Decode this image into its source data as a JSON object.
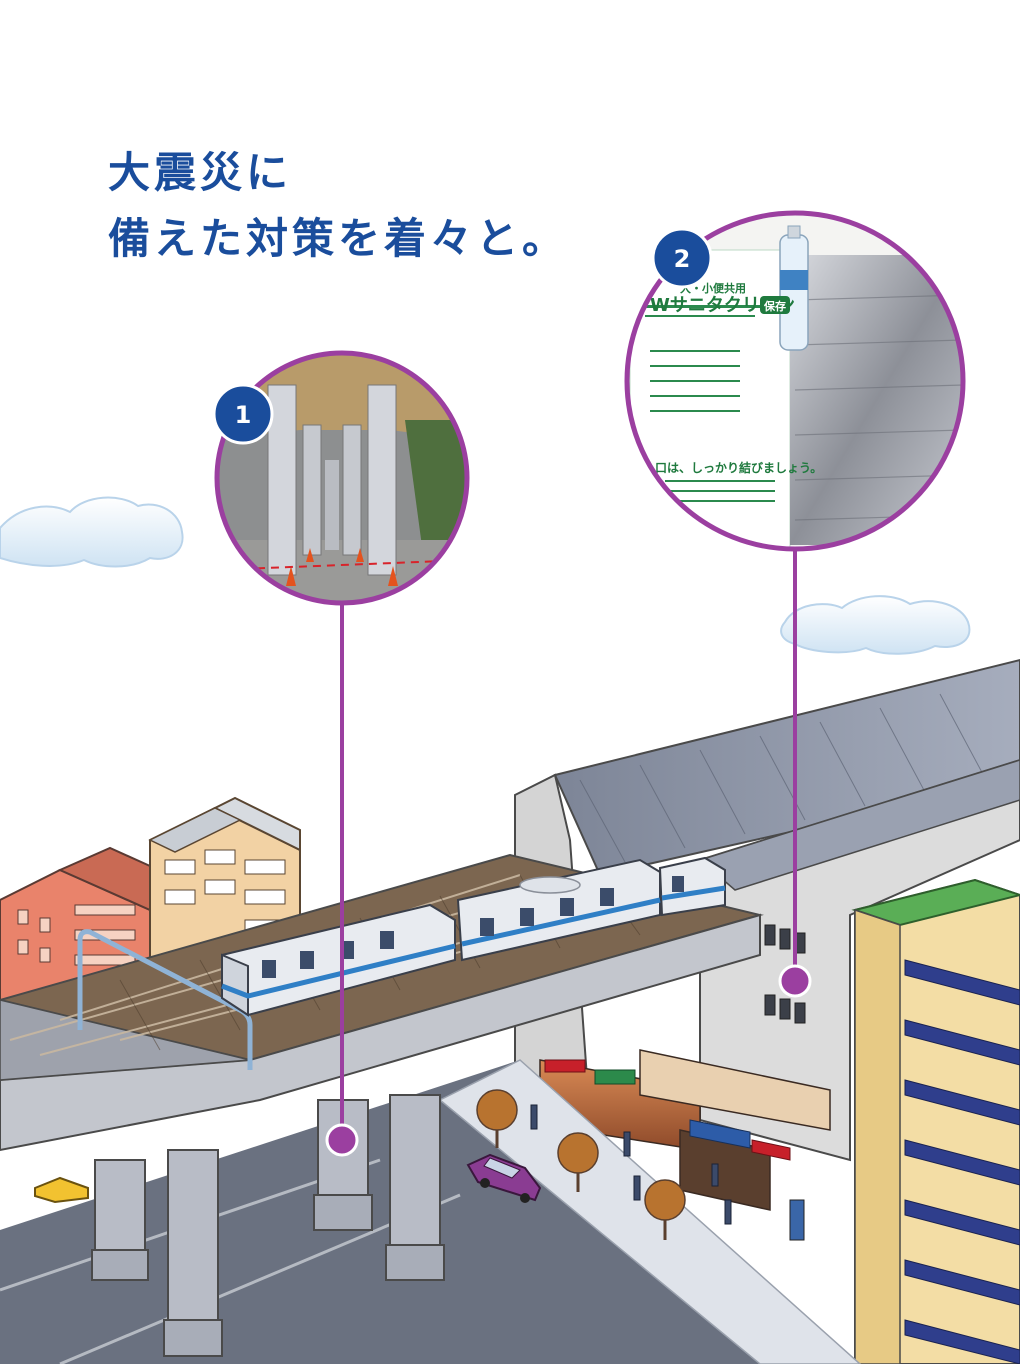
{
  "headline": {
    "line1": "大震災に",
    "line2": "備えた対策を着々と。"
  },
  "callouts": [
    {
      "number": "1",
      "icon": "elevated-track-pillars-photo"
    },
    {
      "number": "2",
      "icon": "emergency-toilet-kit-photo"
    }
  ],
  "photo2": {
    "package_line1": "大・小便共用",
    "package_title": "Wサニタクリーン",
    "package_badge": "保存",
    "package_footer": "口は、しっかり結びましょう。"
  },
  "colors": {
    "headline": "#1a4d9c",
    "badge": "#1a4d9c",
    "callout_ring": "#9b3fa0",
    "train_stripe": "#2f7fc6"
  }
}
